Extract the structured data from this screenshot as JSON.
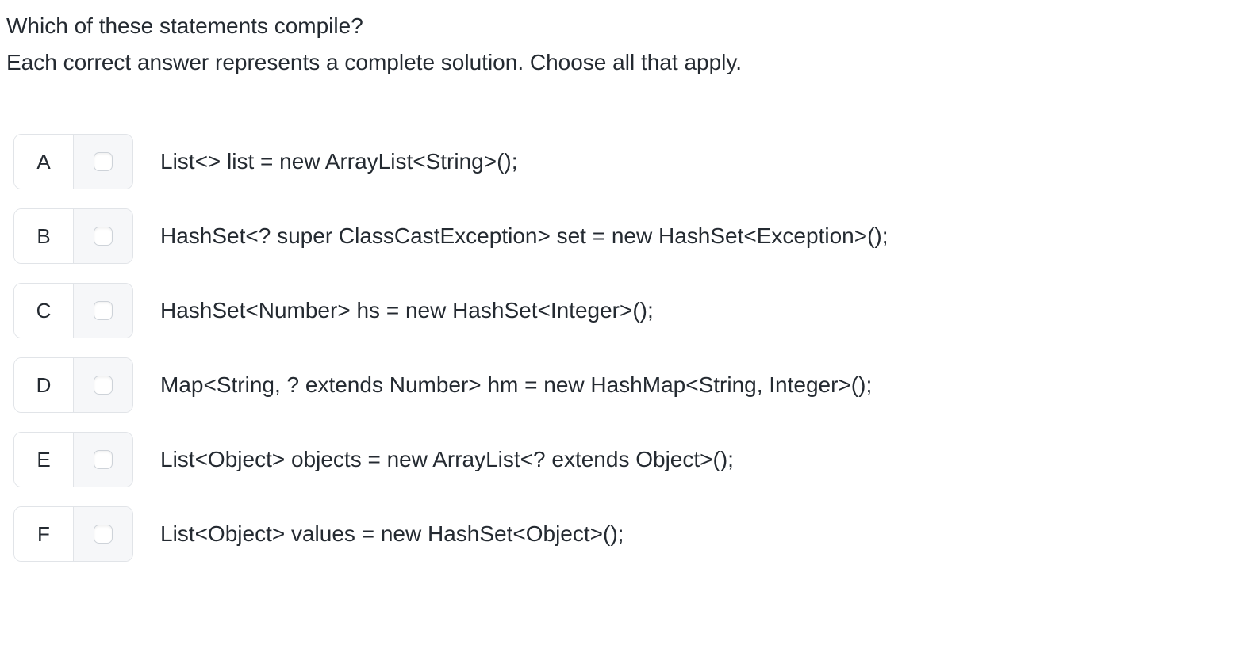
{
  "question": {
    "title": "Which of these statements compile?",
    "instruction": "Each correct answer represents a complete solution. Choose all that apply."
  },
  "options": [
    {
      "letter": "A",
      "code": "List<> list = new ArrayList<String>();",
      "checked": false
    },
    {
      "letter": "B",
      "code": "HashSet<? super ClassCastException> set = new HashSet<Exception>();",
      "checked": false
    },
    {
      "letter": "C",
      "code": "HashSet<Number> hs = new HashSet<Integer>();",
      "checked": false
    },
    {
      "letter": "D",
      "code": "Map<String, ? extends Number> hm = new HashMap<String, Integer>();",
      "checked": false
    },
    {
      "letter": "E",
      "code": "List<Object> objects = new ArrayList<? extends Object>();",
      "checked": false
    },
    {
      "letter": "F",
      "code": "List<Object> values = new HashSet<Object>();",
      "checked": false
    }
  ],
  "colors": {
    "page_background": "#ffffff",
    "text": "#242a31",
    "control_border": "#e1e4e8",
    "checkbox_cell_background": "#f6f7f9",
    "checkbox_border": "#ced3d9",
    "checkbox_background": "#ffffff"
  }
}
